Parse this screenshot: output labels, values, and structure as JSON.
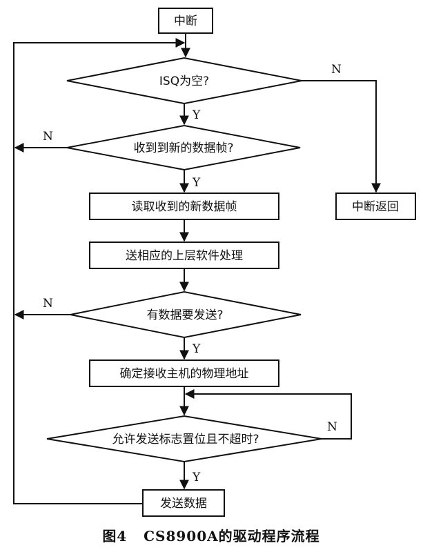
{
  "nodes": {
    "start": "中断",
    "isq_empty": "ISQ为空?",
    "new_frame": "收到到新的数据帧?",
    "read_frame": "读取收到的新数据帧",
    "send_upper": "送相应的上层软件处理",
    "data_to_send": "有数据要发送?",
    "determine_addr": "确定接收主机的物理地址",
    "allow_send": "允许发送标志置位且不超时?",
    "send_data": "发送数据",
    "int_return": "中断返回"
  },
  "branch_labels": {
    "yes": "Y",
    "no": "N"
  },
  "caption": "图4   CS8900A的驱动程序流程"
}
